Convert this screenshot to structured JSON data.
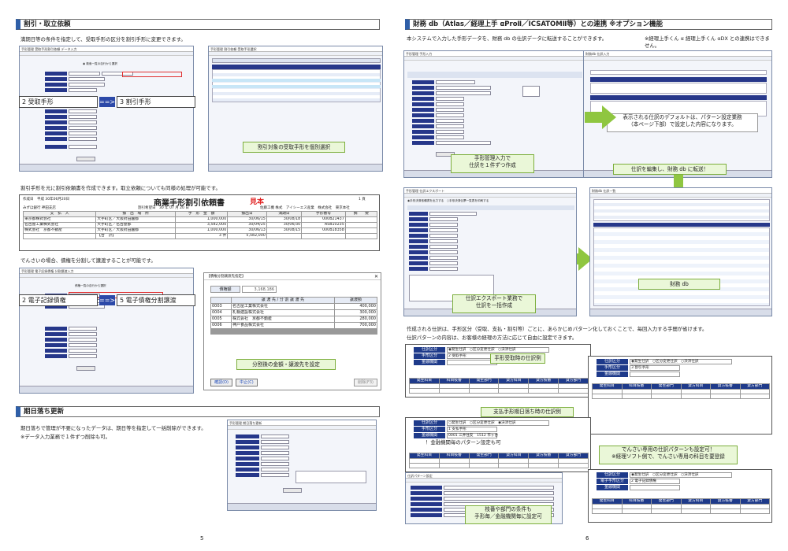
{
  "left": {
    "sec1": {
      "title": "割引・取立依頼",
      "para1": "満期日等の条件を指定して、受取手形の区分を割引手形に変更できます。",
      "conv1": {
        "from": "2 受取手形",
        "arrow": "==>",
        "to": "3 割引手形"
      },
      "callout1": "割引対象の受取手形を個別選択",
      "para2": "割引手形を元に割引依頼書を作成できます。取立依頼についても同様の処理が可能です。",
      "report": {
        "date": "作成日　平成 30年06月20日",
        "title": "商業手形割引依頼書",
        "stamp": "見本",
        "pageno": "1 頁",
        "bank": "みずほ銀行 神田支店",
        "date2": "割引希望日　30 年 07 月 20 日",
        "company": "佐藤工機 株式　アイシーエス産業　株式会社　東京本社",
        "headers": [
          "支　払　人",
          "振　出　場　所",
          "手　形　金　額",
          "振出日",
          "満期日",
          "手形番号",
          "摘　　要"
        ],
        "rows": [
          [
            "東京都株式会社",
            "大手町区／大阪府田園都",
            "1,000,000",
            "30/06/15",
            "30/08/18",
            "000B21437",
            ""
          ],
          [
            "名古屋工業株式会社",
            "大手町区／名古屋都",
            "3,582,000",
            "30/04/25",
            "30/06/30",
            "ASB10235",
            ""
          ],
          [
            "株式会社　京都不動産",
            "大手町区／大阪府田園都",
            "1,000,000",
            "30/06/13",
            "30/08/15",
            "000B18358",
            ""
          ],
          [
            "",
            "【合　計】",
            "3 件",
            "5,582,000",
            "",
            "",
            ""
          ]
        ]
      },
      "para3": "でんさいの場合、債権を分割して譲渡することが可能です。",
      "conv2": {
        "from": "2 電子記録債権",
        "arrow": "==>",
        "to": "5 電子債権分割譲渡"
      },
      "split": {
        "title": "【債権分割譲渡先指定】",
        "amount_label": "債権額",
        "amount": "3,168,186",
        "headers": [
          "",
          "譲 渡 先 / 分 割 譲 渡 先",
          "譲渡額"
        ],
        "rows": [
          [
            "0003",
            "名古屋工業株式会社",
            "400,000"
          ],
          [
            "0004",
            "札幌建設株式会社",
            "300,000"
          ],
          [
            "0005",
            "株式会社　京都不動産",
            "280,000"
          ],
          [
            "0006",
            "神戸食品株式会社",
            "700,000"
          ]
        ],
        "btn_ok": "確認(O)",
        "btn_cancel": "中止(C)",
        "btn_del": "削除(F3)"
      },
      "callout2": "分割後の金額・譲渡先を設定"
    },
    "sec2": {
      "title": "期日落ち更新",
      "para1": "期日落ちで管理が不要になったデータは、期日等を指定して一括削除ができます。",
      "para2": "※データ入力業務で１件ずつ削除も可。"
    },
    "page": "5"
  },
  "right": {
    "title": "財務 db（Atlas／経理上手 αProⅡ／ICSATOMⅡ等）との連携 ※オプション機能",
    "para1": "本システムで入力した手形データを、財務 db の仕訳データに転送することができます。",
    "note": "※経理上手くん α 経理上手くん αDX との連携はできません。",
    "callout_entry": "手形管理入力で\n仕訳を１件ずつ作成",
    "callout_default": "表示される仕訳のデフォルトは、パターン設定業務\n（本ページ下部）で設定した内容になります。",
    "callout_edit": "仕訳を編集し、財務 db に転送！",
    "callout_export": "仕訳エクスポート業務で\n仕訳を一括作成",
    "callout_zaimu": "財務 db",
    "para2": "作成される仕訳は、手形区分（受取、支払・割引等）ごとに、あらかじめパターン化しておくことで、毎回入力する手間が省けます。",
    "para3": "仕訳パターンの内容は、お客様の経理の方法に応じて自由に設定できます。",
    "callout_recv": "手形受取時の仕訳例",
    "callout_pay": "支払手形期日落ち時の仕訳例",
    "callout_bank": "！金融機関毎のパターン設定も可",
    "callout_densai": "でんさい専用の仕訳パターンも設定可！\n※経理ソフト側で、でんさい専用の科目を要登録",
    "callout_cond": "枝番や部門の条件も\n手形毎／金融機関毎に設定可",
    "pat1": {
      "kubun": "仕訳区分",
      "opts": "◉発生仕訳　○区分変更仕訳　○決済仕訳",
      "tegata": "手形区分",
      "tegata_val": "2 受取手形",
      "bank": "金融機関"
    },
    "pat2": {
      "kubun": "仕訳区分",
      "opts": "◉発生仕訳　○区分変更仕訳　○決済仕訳",
      "tegata": "手形区分",
      "tegata_val": "3 割引手形",
      "bank": "金融機関"
    },
    "pat3": {
      "kubun": "仕訳区分",
      "opts": "○発生仕訳　○区分変更仕訳　◉決済仕訳",
      "tegata": "手形区分",
      "tegata_val": "1 支払手形",
      "bank": "金融機関",
      "bank_val": "0001 三井住友",
      "bank_val2": "1512 市ヶ谷"
    },
    "pat4": {
      "kubun": "仕訳区分",
      "opts": "◉発生仕訳　○区分変更仕訳　○決済仕訳",
      "tegata": "電子手形区分",
      "tegata_val": "2 電子記録債権",
      "bank": "金融機関"
    },
    "cols": [
      "発生科目",
      "科目枝番",
      "発生部門",
      "貸方科目",
      "貸方枝番",
      "貸方部門"
    ],
    "page": "6"
  }
}
